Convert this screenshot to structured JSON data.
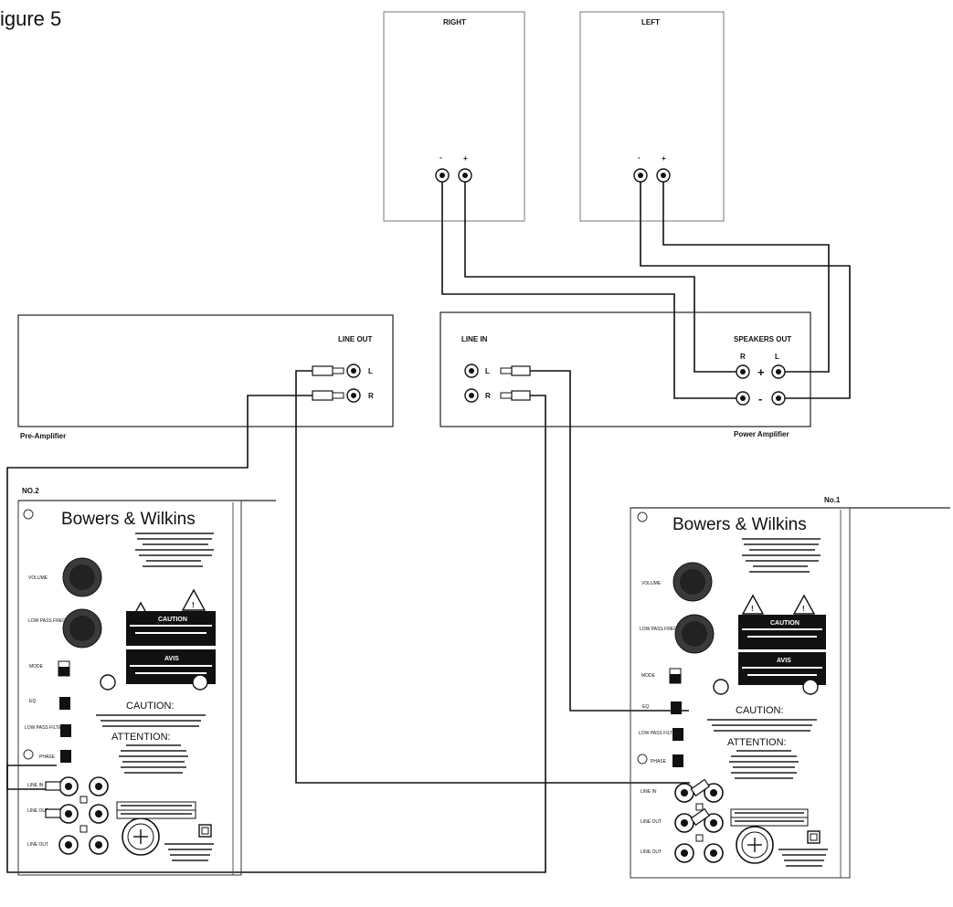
{
  "figure_title": "igure 5",
  "speakers": {
    "right": {
      "label": "RIGHT",
      "minus": "-",
      "plus": "+"
    },
    "left": {
      "label": "LEFT",
      "minus": "-",
      "plus": "+"
    }
  },
  "pre_amplifier": {
    "name": "Pre-Amplifier",
    "line_out_label": "LINE OUT",
    "channel_l": "L",
    "channel_r": "R"
  },
  "power_amplifier": {
    "name": "Power Amplifier",
    "line_in_label": "LINE IN",
    "speakers_out_label": "SPEAKERS OUT",
    "channel_l": "L",
    "channel_r": "R",
    "plus": "+",
    "minus": "-"
  },
  "subwoofers": {
    "no2": {
      "label": "NO.2",
      "brand": "Bowers & Wilkins",
      "caution": "CAUTION",
      "caution_fr": "CAUTION:",
      "attention": "ATTENTION:",
      "avis": "AVIS",
      "knob_labels": [
        "VOLUME",
        "LOW PASS FREQ."
      ],
      "switch_labels": [
        "MODE",
        "EQ",
        "LOW PASS FILTER",
        "PHASE"
      ],
      "io_labels": [
        "LINE IN",
        "LINE OUT",
        "LINE OUT"
      ]
    },
    "no1": {
      "label": "No.1",
      "brand": "Bowers & Wilkins",
      "caution": "CAUTION",
      "caution_fr": "CAUTION:",
      "attention": "ATTENTION:",
      "avis": "AVIS",
      "knob_labels": [
        "VOLUME",
        "LOW PASS FREQ."
      ],
      "switch_labels": [
        "MODE",
        "EQ",
        "LOW PASS FILTER",
        "PHASE"
      ],
      "io_labels": [
        "LINE IN",
        "LINE OUT",
        "LINE OUT"
      ]
    }
  }
}
